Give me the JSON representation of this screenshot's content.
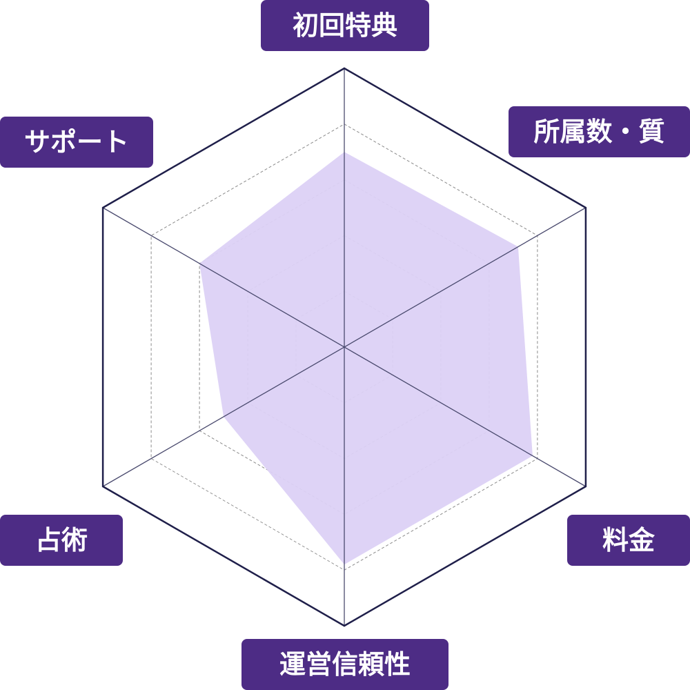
{
  "chart_data": {
    "type": "radar",
    "categories": [
      "初回特典",
      "所属数・質",
      "料金",
      "運営信頼性",
      "占術",
      "サポート"
    ],
    "values": [
      3.5,
      3.6,
      3.9,
      3.9,
      2.5,
      3.0
    ],
    "rmax": 5,
    "grid_levels": [
      1,
      2,
      3,
      4
    ],
    "colors": {
      "fill": "#dcd1f5",
      "outline": "#1f1f4a",
      "spokes": "#4a4a6e",
      "grid": "#8a8a8a",
      "label_bg": "#4d2c85",
      "label_text": "#ffffff"
    }
  }
}
